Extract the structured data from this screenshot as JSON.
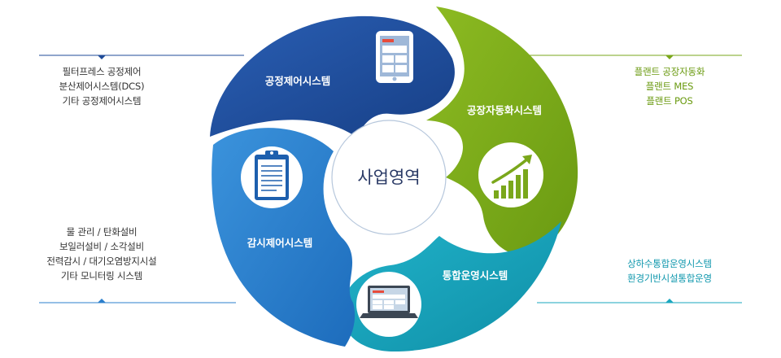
{
  "center": {
    "label": "사업영역"
  },
  "segments": [
    {
      "id": "process-control",
      "label": "공정제어시스템",
      "icon": "tablet-icon",
      "color": "#1f4b98"
    },
    {
      "id": "factory-automation",
      "label": "공장자동화시스템",
      "icon": "growth-chart-icon",
      "color": "#7aa71b"
    },
    {
      "id": "integrated-operation",
      "label": "통합운영시스템",
      "icon": "laptop-icon",
      "color": "#1aa7bf"
    },
    {
      "id": "monitoring-control",
      "label": "감시제어시스템",
      "icon": "clipboard-icon",
      "color": "#2b7fcc"
    }
  ],
  "lists": {
    "top_left": [
      "필터프레스 공정제어",
      "분산제어시스템(DCS)",
      "기타 공정제어시스템"
    ],
    "bottom_left": [
      "물 관리 / 탄화설비",
      "보일러설비 / 소각설비",
      "전력감시 / 대기오염방지시설",
      "기타 모니터링 시스템"
    ],
    "top_right": [
      "플랜트 공장자동화",
      "플랜트 MES",
      "플랜트 POS"
    ],
    "bottom_right": [
      "상하수통합운영시스템",
      "환경기반시설통합운영"
    ]
  }
}
